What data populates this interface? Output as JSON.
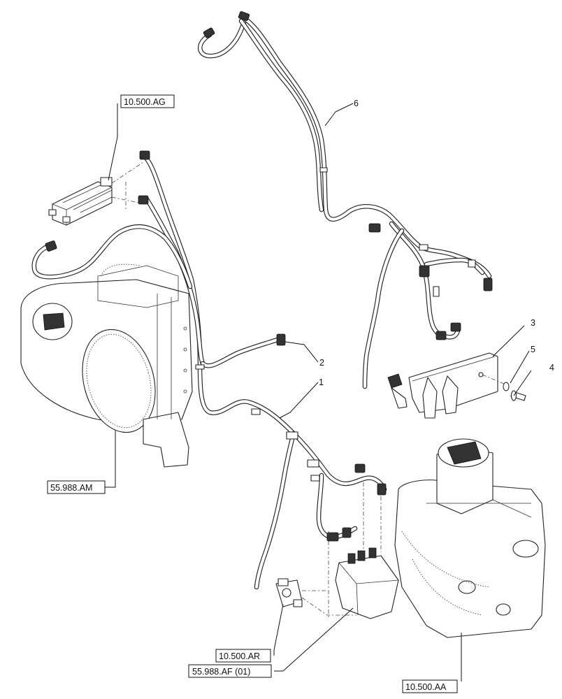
{
  "references": [
    {
      "id": "ref-10-500-ag",
      "label": "10.500.AG"
    },
    {
      "id": "ref-55-988-am",
      "label": "55.988.AM"
    },
    {
      "id": "ref-10-500-ar",
      "label": "10.500.AR"
    },
    {
      "id": "ref-55-988-af",
      "label": "55.988.AF (01)"
    },
    {
      "id": "ref-10-500-aa",
      "label": "10.500.AA"
    }
  ],
  "callouts": [
    {
      "id": "callout-1",
      "label": "1"
    },
    {
      "id": "callout-2",
      "label": "2"
    },
    {
      "id": "callout-3",
      "label": "3"
    },
    {
      "id": "callout-4",
      "label": "4"
    },
    {
      "id": "callout-5",
      "label": "5"
    },
    {
      "id": "callout-6",
      "label": "6"
    }
  ]
}
